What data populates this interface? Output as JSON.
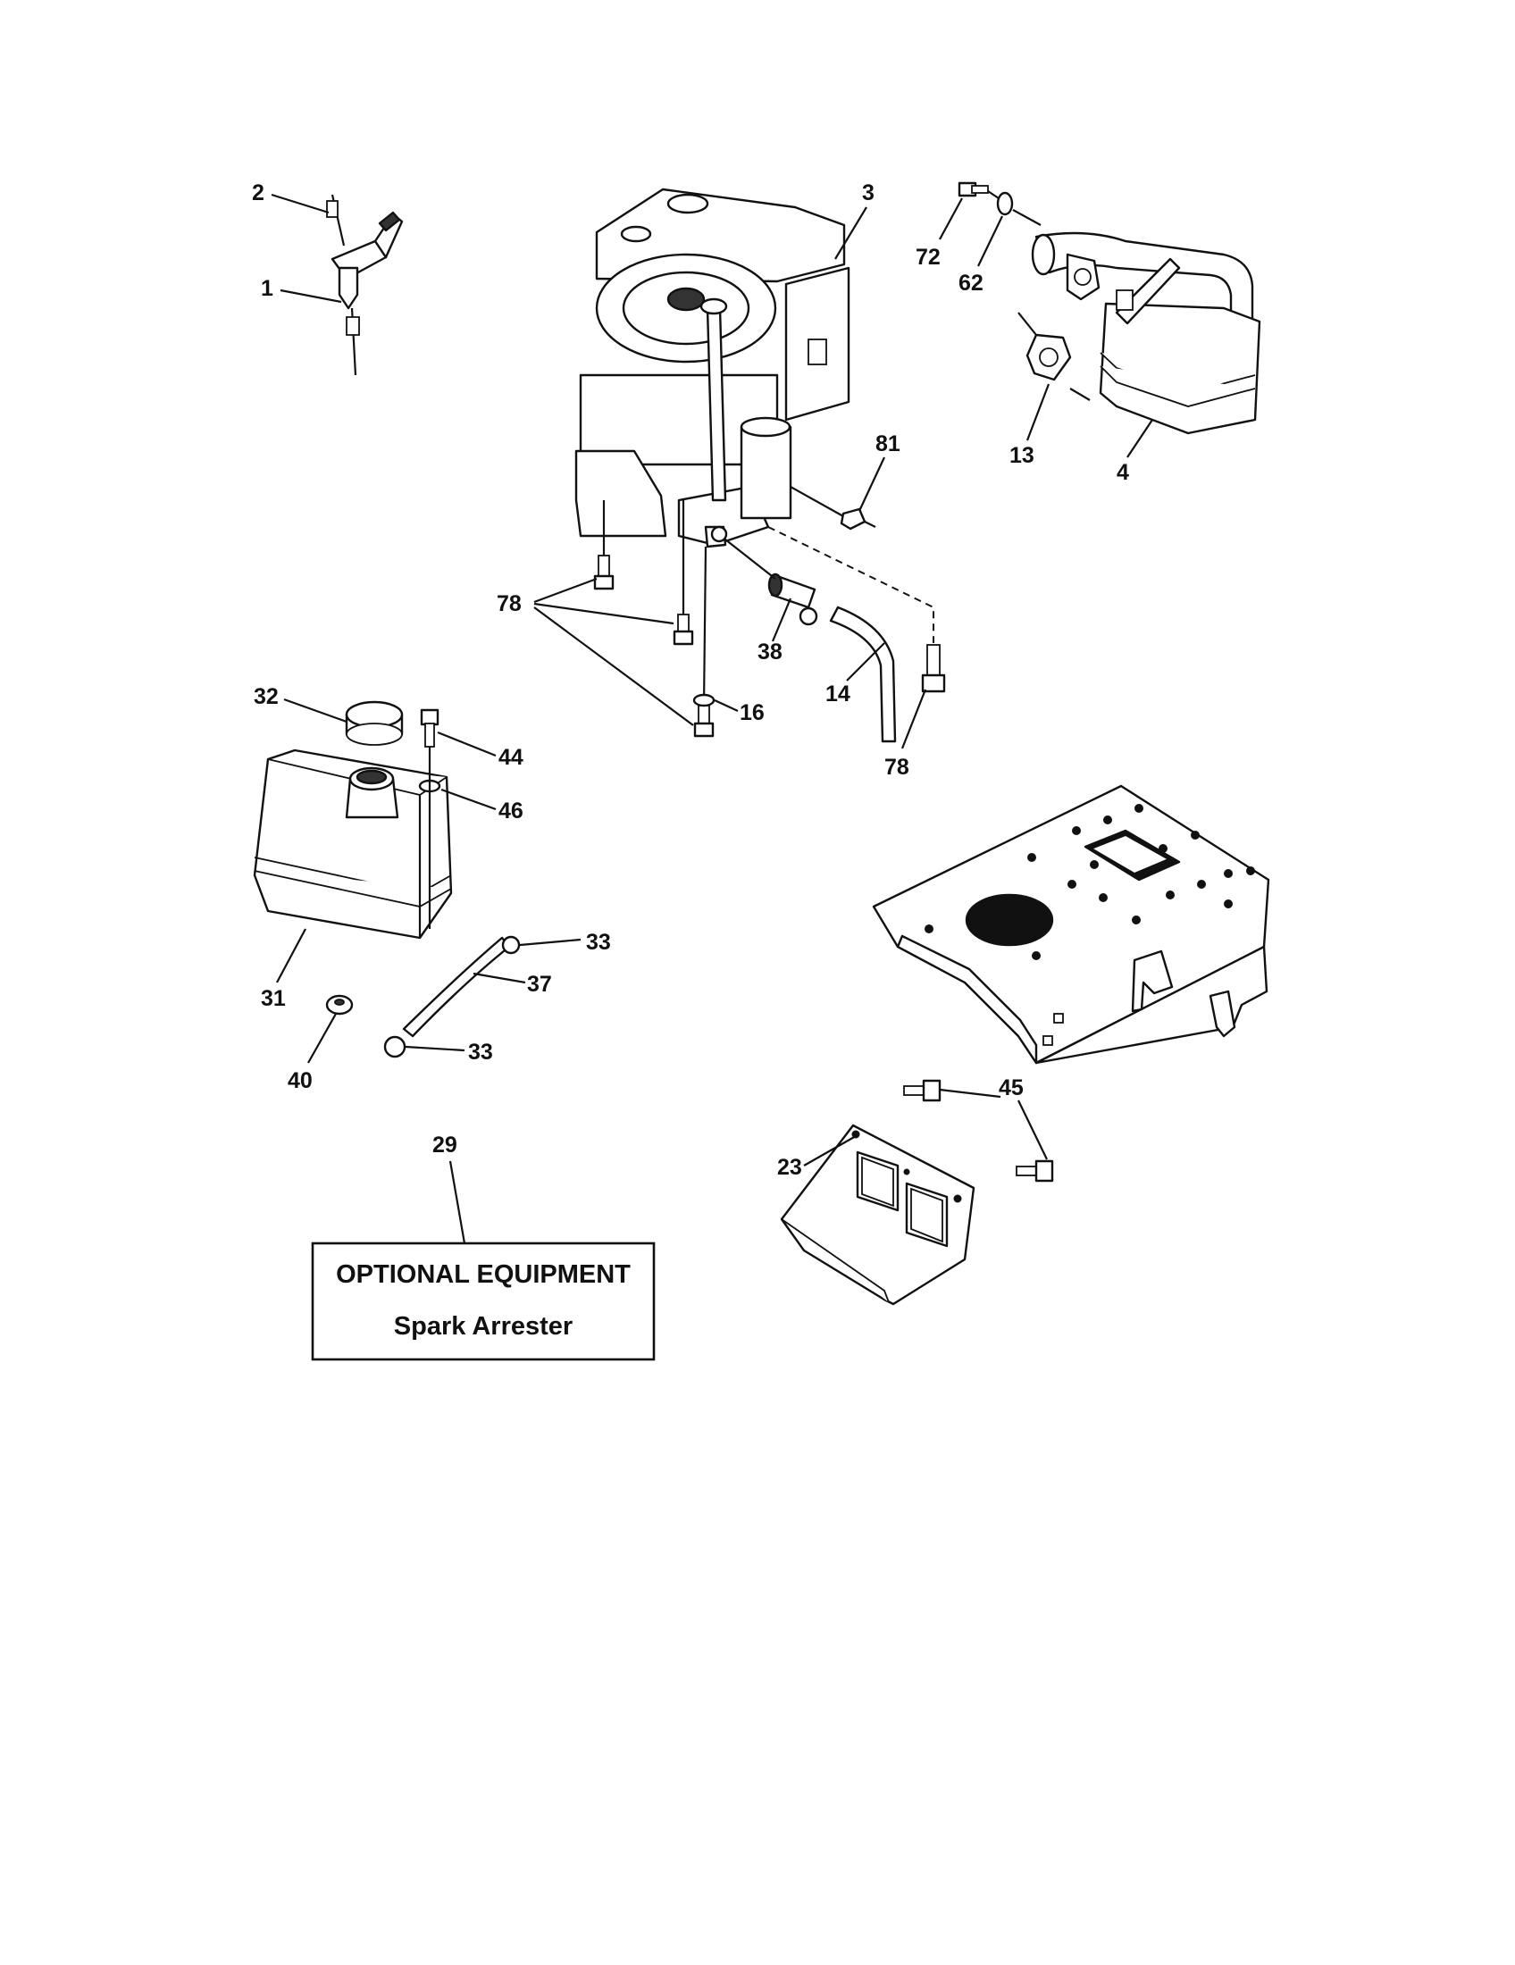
{
  "callouts": {
    "c1": "1",
    "c2": "2",
    "c3": "3",
    "c4": "4",
    "c13": "13",
    "c14": "14",
    "c16": "16",
    "c23": "23",
    "c29": "29",
    "c31": "31",
    "c32": "32",
    "c33a": "33",
    "c33b": "33",
    "c37": "37",
    "c38": "38",
    "c40": "40",
    "c44": "44",
    "c45": "45",
    "c46": "46",
    "c62": "62",
    "c72": "72",
    "c78a": "78",
    "c78b": "78",
    "c81": "81"
  },
  "optional_box": {
    "title": "OPTIONAL EQUIPMENT",
    "subtitle": "Spark Arrester"
  },
  "icons": {
    "engine": "engine-icon",
    "muffler": "muffler-icon",
    "fuel_tank": "fuel-tank-icon",
    "engine_plate": "engine-mounting-plate-icon",
    "heat_shield": "heat-shield-icon",
    "throttle": "throttle-control-icon"
  }
}
